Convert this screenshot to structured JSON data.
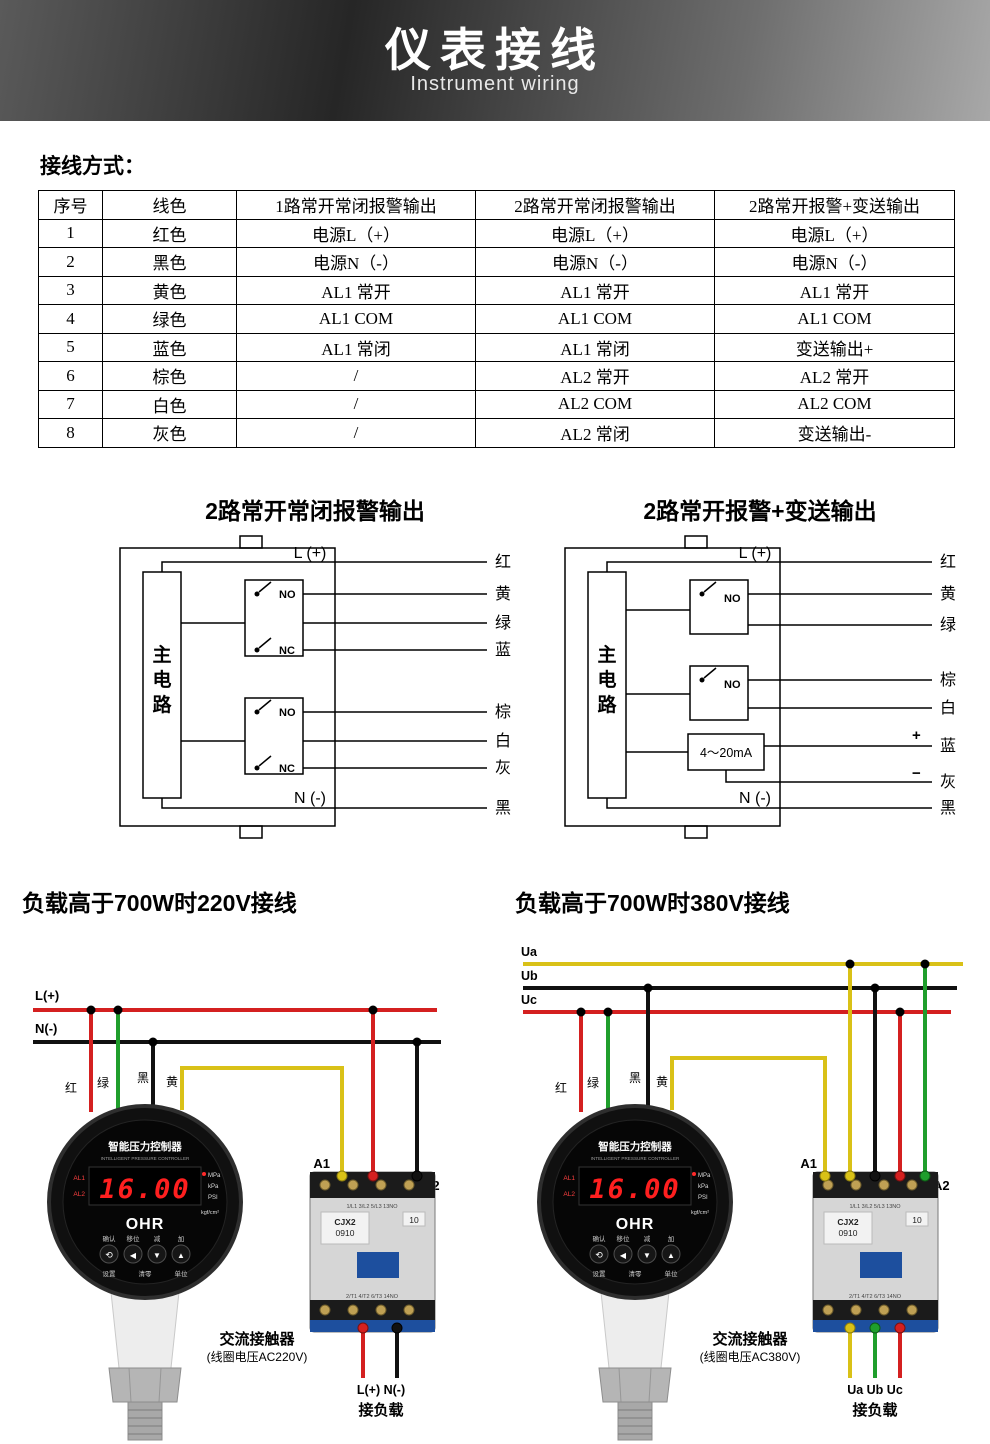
{
  "banner": {
    "title": "仪表接线",
    "subtitle": "Instrument wiring"
  },
  "section_label": "接线方式：",
  "table": {
    "headers": [
      "序号",
      "线色",
      "1路常开常闭报警输出",
      "2路常开常闭报警输出",
      "2路常开报警+变送输出"
    ],
    "rows": [
      [
        "1",
        "红色",
        "电源L（+）",
        "电源L（+）",
        "电源L（+）"
      ],
      [
        "2",
        "黑色",
        "电源N（-）",
        "电源N（-）",
        "电源N（-）"
      ],
      [
        "3",
        "黄色",
        "AL1 常开",
        "AL1 常开",
        "AL1 常开"
      ],
      [
        "4",
        "绿色",
        "AL1 COM",
        "AL1 COM",
        "AL1 COM"
      ],
      [
        "5",
        "蓝色",
        "AL1 常闭",
        "AL1 常闭",
        "变送输出+"
      ],
      [
        "6",
        "棕色",
        "/",
        "AL2 常开",
        "AL2 常开"
      ],
      [
        "7",
        "白色",
        "/",
        "AL2 COM",
        "AL2 COM"
      ],
      [
        "8",
        "灰色",
        "/",
        "AL2 常闭",
        "变送输出-"
      ]
    ]
  },
  "diagram_left": {
    "title": "2路常开常闭报警输出",
    "mc": [
      "主",
      "电",
      "路"
    ],
    "l_label": "L (+)",
    "n_label": "N (-)",
    "relay1_no": "NO",
    "relay1_nc": "NC",
    "relay2_no": "NO",
    "relay2_nc": "NC",
    "wire_red": "红",
    "wire_yellow": "黄",
    "wire_green": "绿",
    "wire_blue": "蓝",
    "wire_brown": "棕",
    "wire_white": "白",
    "wire_gray": "灰",
    "wire_black": "黑"
  },
  "diagram_right": {
    "title": "2路常开报警+变送输出",
    "mc": [
      "主",
      "电",
      "路"
    ],
    "l_label": "L (+)",
    "n_label": "N (-)",
    "relay1_no": "NO",
    "relay2_no": "NO",
    "transmitter": "4～20mA",
    "plus": "+",
    "minus": "−",
    "wire_red": "红",
    "wire_yellow": "黄",
    "wire_green": "绿",
    "wire_brown": "棕",
    "wire_white": "白",
    "wire_blue": "蓝",
    "wire_gray": "灰",
    "wire_black": "黑"
  },
  "load220": {
    "title": "负载高于700W时220V接线",
    "line_l": "L(+)",
    "line_n": "N(-)",
    "lbl_red": "红",
    "lbl_green": "绿",
    "lbl_black": "黑",
    "lbl_yellow": "黄",
    "a1": "A1",
    "a2": "A2",
    "contactor_name": "交流接触器",
    "coil": "(线圈电压AC220V)",
    "load_terminals": "L(+) N(-)",
    "load_label": "接负载"
  },
  "load380": {
    "title": "负载高于700W时380V接线",
    "ua": "Ua",
    "ub": "Ub",
    "uc": "Uc",
    "lbl_red": "红",
    "lbl_green": "绿",
    "lbl_black": "黑",
    "lbl_yellow": "黄",
    "a1": "A1",
    "a2": "A2",
    "contactor_name": "交流接触器",
    "coil": "(线圈电压AC380V)",
    "load_terminals": "Ua Ub Uc",
    "load_label": "接负载"
  },
  "device": {
    "name": "智能压力控制器",
    "name_en": "INTELLIGENT PRESSURE CONTROLLER",
    "reading": "16.00",
    "al1": "AL1",
    "al2": "AL2",
    "unit_mpa": "MPa",
    "unit_kpa": "kPa",
    "unit_psi": "PSI",
    "unit_kgf": "kgf/cm²",
    "brand": "OHR",
    "btn_confirm": "确认",
    "btn_shift": "移位",
    "btn_minus": "减",
    "btn_plus": "加",
    "btn_set": "设置",
    "btn_zero": "清零",
    "btn_unit": "单位",
    "icons": {
      "confirm": "⟲",
      "shift": "◀",
      "minus": "▼",
      "plus": "▲"
    }
  },
  "contactor": {
    "model_line1": "CJX2",
    "model_line2": "0910",
    "rating": "10",
    "top_terminals": "1/L1 3/L2 5/L3 13NO",
    "bottom_terminals": "2/T1 4/T2 6/T3 14NO"
  },
  "colors": {
    "red": "#d42020",
    "green": "#1f9e2c",
    "yellow": "#d9c117",
    "black": "#111111",
    "blue": "#1d4f9e"
  }
}
